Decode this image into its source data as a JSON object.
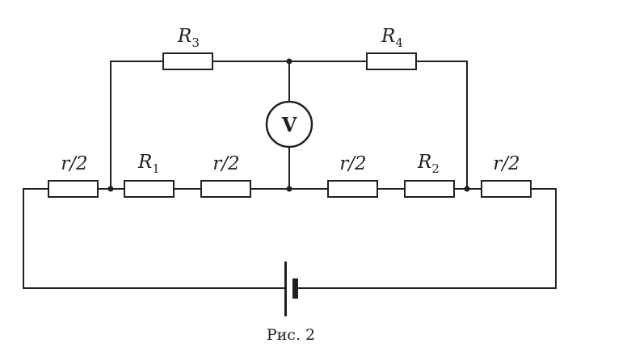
{
  "labels": {
    "R3": {
      "base": "R",
      "sub": "3"
    },
    "R4": {
      "base": "R",
      "sub": "4"
    },
    "R1": {
      "base": "R",
      "sub": "1"
    },
    "R2": {
      "base": "R",
      "sub": "2"
    },
    "r_half": "r/2"
  },
  "voltmeter": {
    "symbol": "V"
  },
  "caption": "Рис. 2"
}
